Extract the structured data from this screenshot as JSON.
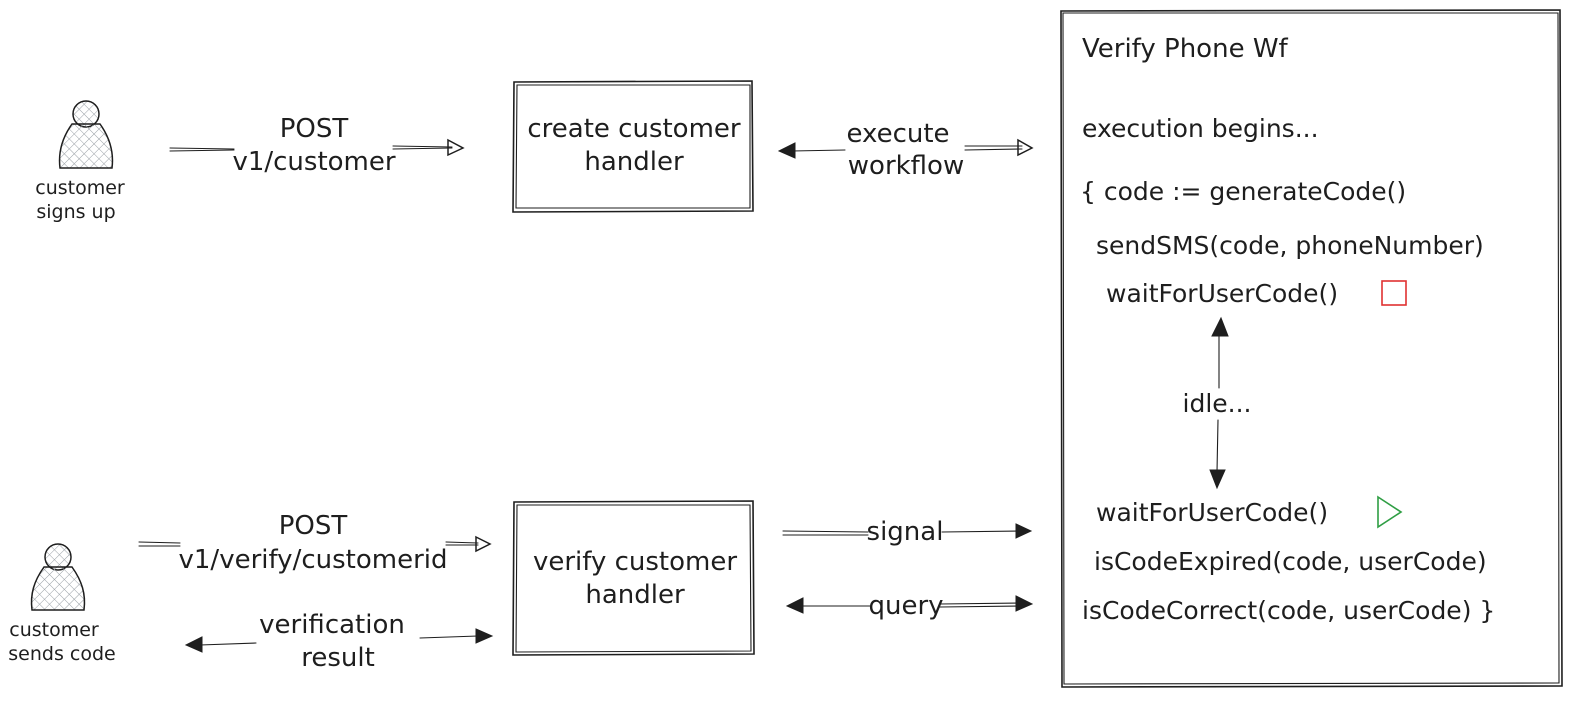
{
  "actors": {
    "signup": {
      "line1": "customer",
      "line2": "signs up"
    },
    "sendcode": {
      "line1": "customer",
      "line2": "sends code"
    }
  },
  "arrows": {
    "post_customer": {
      "line1": "POST",
      "line2": "v1/customer"
    },
    "execute_workflow": {
      "line1": "execute",
      "line2": "workflow"
    },
    "post_verify": {
      "line1": "POST",
      "line2": "v1/verify/customerid"
    },
    "verification_result": {
      "line1": "verification",
      "line2": "result"
    },
    "signal": "signal",
    "query": "query"
  },
  "handlers": {
    "create": {
      "line1": "create customer",
      "line2": "handler"
    },
    "verify": {
      "line1": "verify customer",
      "line2": "handler"
    }
  },
  "workflow": {
    "title": "Verify Phone Wf",
    "begin": "execution begins...",
    "lines": [
      "{ code := generateCode()",
      "sendSMS(code, phoneNumber)",
      "waitForUserCode()",
      "waitForUserCode()",
      "isCodeExpired(code, userCode)",
      "isCodeCorrect(code, userCode) }"
    ],
    "idle": "idle...",
    "stop_color": "#e03131",
    "play_color": "#2f9e44"
  }
}
